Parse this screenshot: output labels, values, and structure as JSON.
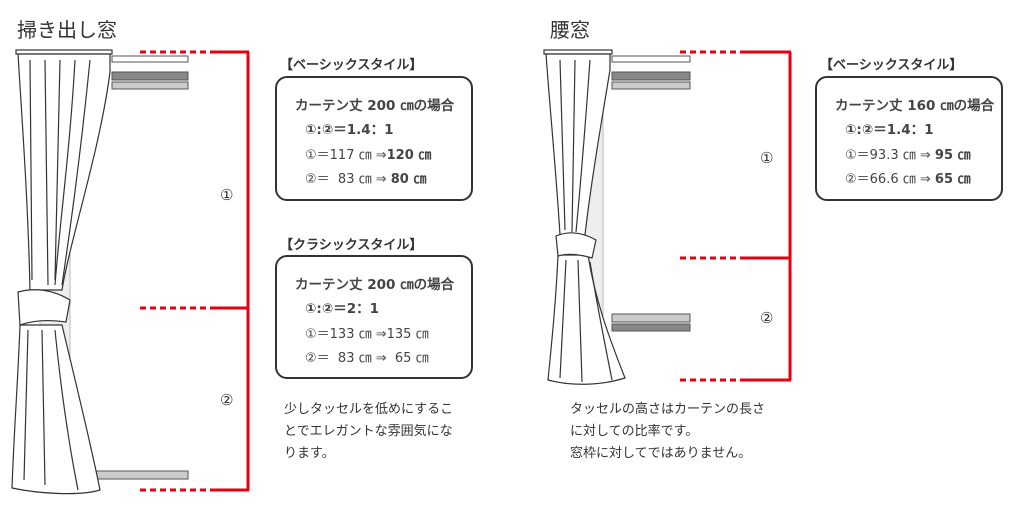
{
  "left": {
    "title": "掃き出し窓",
    "label1": "①",
    "label2": "②",
    "basic": {
      "header": "【ベーシックスタイル】",
      "heading": "カーテン丈 200 ㎝の場合",
      "ratio": "①:②＝1.4：1",
      "row1_calc": "①＝117 ㎝ ⇒",
      "row1_result": "120 ㎝",
      "row2_calc": "②＝  83 ㎝ ⇒",
      "row2_result": "80 ㎝"
    },
    "classic": {
      "header": "【クラシックスタイル】",
      "heading": "カーテン丈 200 ㎝の場合",
      "ratio": "①:②＝2：1",
      "row1_calc": "①＝133 ㎝ ⇒",
      "row1_result": "135 ㎝",
      "row2_calc": "②＝  83 ㎝ ⇒",
      "row2_result": "65 ㎝"
    },
    "note": [
      "少しタッセルを低めにするこ",
      "とでエレガントな雰囲気にな",
      "ります。"
    ]
  },
  "right": {
    "title": "腰窓",
    "label1": "①",
    "label2": "②",
    "basic": {
      "header": "【ベーシックスタイル】",
      "heading": "カーテン丈 160 ㎝の場合",
      "ratio": "①:②＝1.4：1",
      "row1_calc": "①＝93.3 ㎝ ⇒",
      "row1_result": "95 ㎝",
      "row2_calc": "②＝66.6 ㎝ ⇒",
      "row2_result": "65 ㎝"
    },
    "note": [
      "タッセルの高さはカーテンの長さ",
      "に対しての比率です。",
      "窓枠に対してではありません。"
    ]
  },
  "colors": {
    "accent": "#e60012",
    "frame": "#888888",
    "text": "#333333"
  }
}
